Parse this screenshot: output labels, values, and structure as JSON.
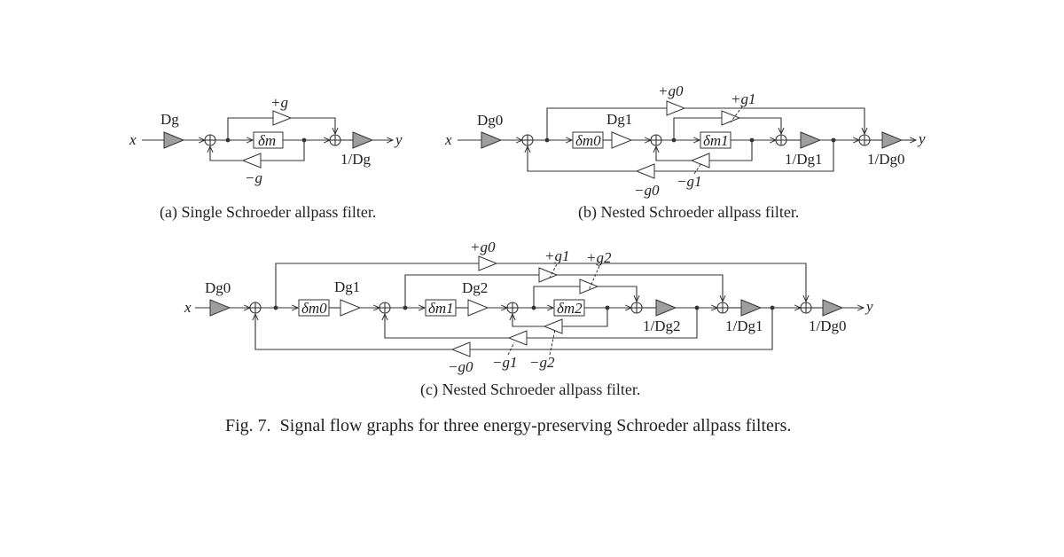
{
  "figure_caption": "Fig. 7.  Signal flow graphs for three energy-preserving Schroeder allpass filters.",
  "panel_a": {
    "caption": "(a) Single Schroeder allpass filter.",
    "input": "x",
    "output": "y",
    "gain_in": "Dg",
    "gain_out": "1/Dg",
    "delay": "δm",
    "ff_gain": "+g",
    "fb_gain": "−g"
  },
  "panel_b": {
    "caption": "(b) Nested Schroeder allpass filter.",
    "input": "x",
    "output": "y",
    "gain_in0": "Dg0",
    "gain_in1": "Dg1",
    "gain_out1": "1/Dg1",
    "gain_out0": "1/Dg0",
    "delay0": "δm0",
    "delay1": "δm1",
    "ff0": "+g0",
    "ff1": "+g1",
    "fb0": "−g0",
    "fb1": "−g1"
  },
  "panel_c": {
    "caption": "(c) Nested Schroeder allpass filter.",
    "input": "x",
    "output": "y",
    "gain_in0": "Dg0",
    "gain_in1": "Dg1",
    "gain_in2": "Dg2",
    "gain_out2": "1/Dg2",
    "gain_out1": "1/Dg1",
    "gain_out0": "1/Dg0",
    "delay0": "δm0",
    "delay1": "δm1",
    "delay2": "δm2",
    "ff0": "+g0",
    "ff1": "+g1",
    "ff2": "+g2",
    "fb0": "−g0",
    "fb1": "−g1",
    "fb2": "−g2"
  }
}
